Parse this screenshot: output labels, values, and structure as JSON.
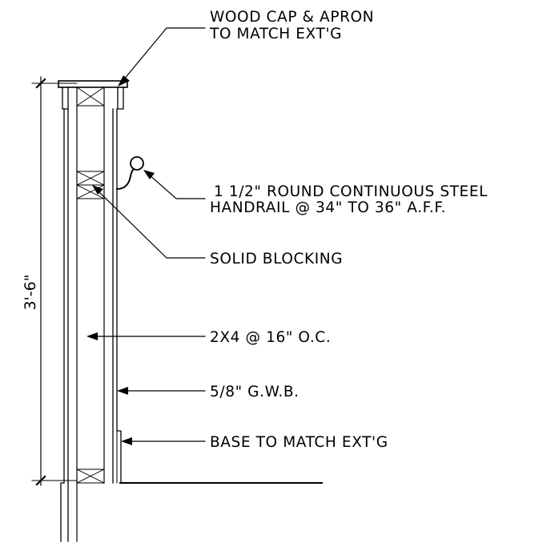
{
  "drawing": {
    "dimension_height": "3'-6\"",
    "labels": {
      "cap_line1": "WOOD CAP & APRON",
      "cap_line2": "TO MATCH EXT'G",
      "handrail_line1": "1 1/2\" ROUND CONTINUOUS STEEL",
      "handrail_line2": "HANDRAIL @ 34\" TO 36\" A.F.F.",
      "blocking": "SOLID BLOCKING",
      "studs": "2X4 @ 16\" O.C.",
      "gwb": "5/8\" G.W.B.",
      "base": "BASE TO MATCH EXT'G"
    }
  }
}
